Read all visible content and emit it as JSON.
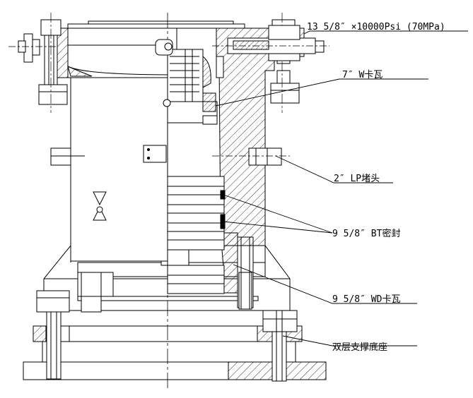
{
  "labels": {
    "pressure_rating": "13 5/8″ ×10000Psi (70MPa)",
    "slip_7in": "7″ W卡瓦",
    "plug_2in": "2″ LP堵头",
    "bt_seal": "9 5/8″ BT密封",
    "wd_slip": "9 5/8″ WD卡瓦",
    "base": "双层支撑底座"
  }
}
